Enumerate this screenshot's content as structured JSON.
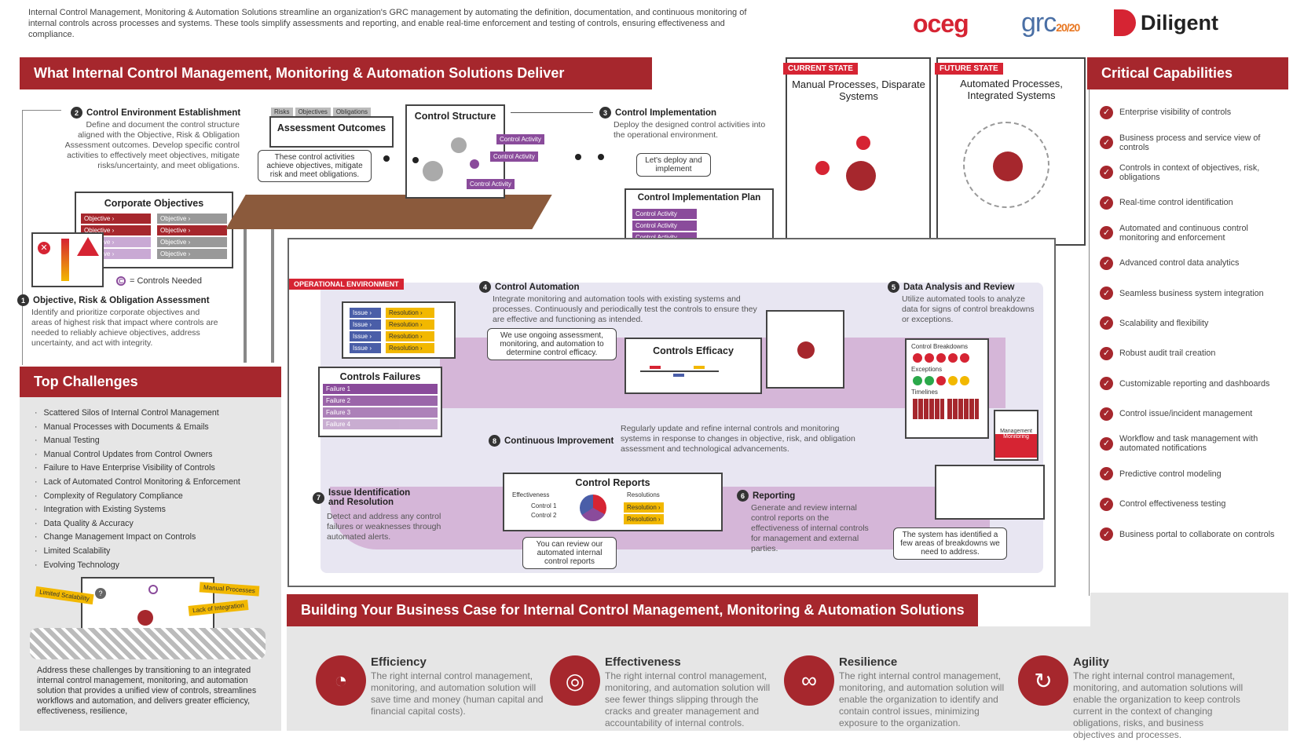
{
  "intro": "Internal Control Management, Monitoring & Automation Solutions streamline an organization's GRC management by automating the definition, documentation, and continuous monitoring of internal controls across processes and systems. These tools simplify assessments and reporting, and enable real-time enforcement and testing of controls, ensuring effectiveness and compliance.",
  "logos": {
    "oceg": "oceg",
    "grc": "grc",
    "grc_sup": "20/20",
    "diligent": "Diligent"
  },
  "deliver_title": "What Internal Control Management, Monitoring & Automation Solutions Deliver",
  "critical_title": "Critical Capabilities",
  "top_title": "Top Challenges",
  "biz_title": "Building Your Business Case for Internal Control Management, Monitoring & Automation Solutions",
  "steps": {
    "s1": {
      "num": "1",
      "title": "Objective, Risk & Obligation Assessment",
      "desc": "Identify and prioritize corporate objectives and areas of highest risk that impact where controls are needed to reliably achieve objectives, address uncertainty, and act with integrity."
    },
    "s2": {
      "num": "2",
      "title": "Control Environment Establishment",
      "desc": "Define and document the control structure aligned with the Objective, Risk & Obligation Assessment outcomes. Develop specific control activities to effectively meet objectives, mitigate risks/uncertainty, and meet obligations."
    },
    "s3": {
      "num": "3",
      "title": "Control Implementation",
      "desc": "Deploy the designed control activities into the operational environment."
    },
    "s4": {
      "num": "4",
      "title": "Control Automation",
      "desc": "Integrate monitoring and automation tools with existing systems and processes. Continuously and periodically test the controls to ensure they are effective and functioning as intended."
    },
    "s5": {
      "num": "5",
      "title": "Data Analysis and Review",
      "desc": "Utilize automated tools to analyze data for signs of control breakdowns or exceptions."
    },
    "s6": {
      "num": "6",
      "title": "Reporting",
      "desc": "Generate and review internal control reports on the effectiveness of internal controls for management and external parties."
    },
    "s7": {
      "num": "7",
      "title": "Issue Identification and Resolution",
      "desc": "Detect and address any control failures or weaknesses through automated alerts."
    },
    "s8": {
      "num": "8",
      "title": "Continuous Improvement",
      "desc": "Regularly update and refine internal controls and monitoring systems in response to changes in objective, risk, and obligation assessment and technological advancements."
    }
  },
  "assessment": {
    "tabs": [
      "Risks",
      "Objectives",
      "Obligations"
    ],
    "title": "Assessment Outcomes",
    "callout": "These control activities achieve objectives, mitigate risk and  meet obligations."
  },
  "control_structure": {
    "title": "Control Structure",
    "activity": "Control Activity"
  },
  "corporate": {
    "title": "Corporate Objectives",
    "item": "Objective ›",
    "legend": "= Controls Needed",
    "c": "C"
  },
  "deploy_callout": "Let's deploy and implement",
  "impl_plan": {
    "title": "Control Implementation Plan",
    "activity": "Control Activity"
  },
  "states": {
    "current_tag": "CURRENT STATE",
    "current": "Manual Processes, Disparate Systems",
    "future_tag": "FUTURE STATE",
    "future": "Automated Processes, Integrated Systems"
  },
  "op_env": "OPERATIONAL ENVIRONMENT",
  "issues": {
    "issue": "Issue ›",
    "resolution": "Resolution ›"
  },
  "failures": {
    "title": "Controls Failures",
    "items": [
      "Failure 1",
      "Failure 2",
      "Failure 3",
      "Failure 4"
    ]
  },
  "monitor_callout": "We use ongoing assessment, monitoring, and automation to determine control efficacy.",
  "efficacy_title": "Controls Efficacy",
  "breakdowns": {
    "title": "Control Breakdowns",
    "exceptions": "Exceptions",
    "timelines": "Timelines",
    "mgmt": "Management",
    "monitoring": "Monitoring"
  },
  "reports": {
    "title": "Control Reports",
    "effectiveness": "Effectiveness",
    "c1": "Control 1",
    "c2": "Control 2",
    "resolutions": "Resolutions",
    "resolution": "Resolution ›",
    "callout": "You can review our automated internal control reports"
  },
  "identified_callout": "The system has identified a few areas of breakdowns we need to address.",
  "critical": [
    "Enterprise visibility of controls",
    "Business process and service view of controls",
    "Controls in context of objectives, risk, obligations",
    "Real-time control identification",
    "Automated and continuous control monitoring and enforcement",
    "Advanced control data analytics",
    "Seamless business system integration",
    "Scalability and flexibility",
    "Robust audit trail creation",
    "Customizable reporting and dashboards",
    "Control issue/incident management",
    "Workflow and task management with automated notifications",
    "Predictive control modeling",
    "Control effectiveness testing",
    "Business portal to collaborate on controls"
  ],
  "challenges": [
    "Scattered Silos of Internal Control Management",
    "Manual Processes with Documents & Emails",
    "Manual Testing",
    "Manual Control Updates from Control Owners",
    "Failure to Have Enterprise Visibility of Controls",
    "Lack of Automated Control Monitoring & Enforcement",
    "Complexity of Regulatory Compliance",
    "Integration with Existing Systems",
    "Data Quality & Accuracy",
    "Change Management Impact on Controls",
    "Limited Scalability",
    "Evolving Technology"
  ],
  "challenge_tags": {
    "scal": "Limited Scalability",
    "manual": "Manual Processes",
    "integ": "Lack of Integration"
  },
  "challenge_summary": "Address these challenges by transitioning to an integrated internal control management, monitoring, and automation solution that provides a unified view of controls, streamlines workflows and automation, and delivers greater efficiency, effectiveness, resilience,",
  "benefits": [
    {
      "title": "Efficiency",
      "desc": "The right internal control management, monitoring, and automation solution will save time and money (human capital and financial capital costs).",
      "icon": "◔"
    },
    {
      "title": "Effectiveness",
      "desc": "The right internal control management, monitoring, and automation solution will see fewer things slipping through the cracks and greater management and accountability of internal controls.",
      "icon": "◎"
    },
    {
      "title": "Resilience",
      "desc": "The right internal control management, monitoring, and automation solution will enable the organization to identify and contain control issues, minimizing exposure to the organization.",
      "icon": "∞"
    },
    {
      "title": "Agility",
      "desc": "The right internal control management, monitoring, and automation solutions will enable the organization to keep controls current in the context of changing obligations, risks, and business objectives and processes.",
      "icon": "↻"
    }
  ],
  "colors": {
    "brand_red": "#a6272d",
    "accent_red": "#d62433",
    "purple": "#8a4b9b",
    "gold": "#f2b800",
    "blue": "#4a5ea8"
  }
}
